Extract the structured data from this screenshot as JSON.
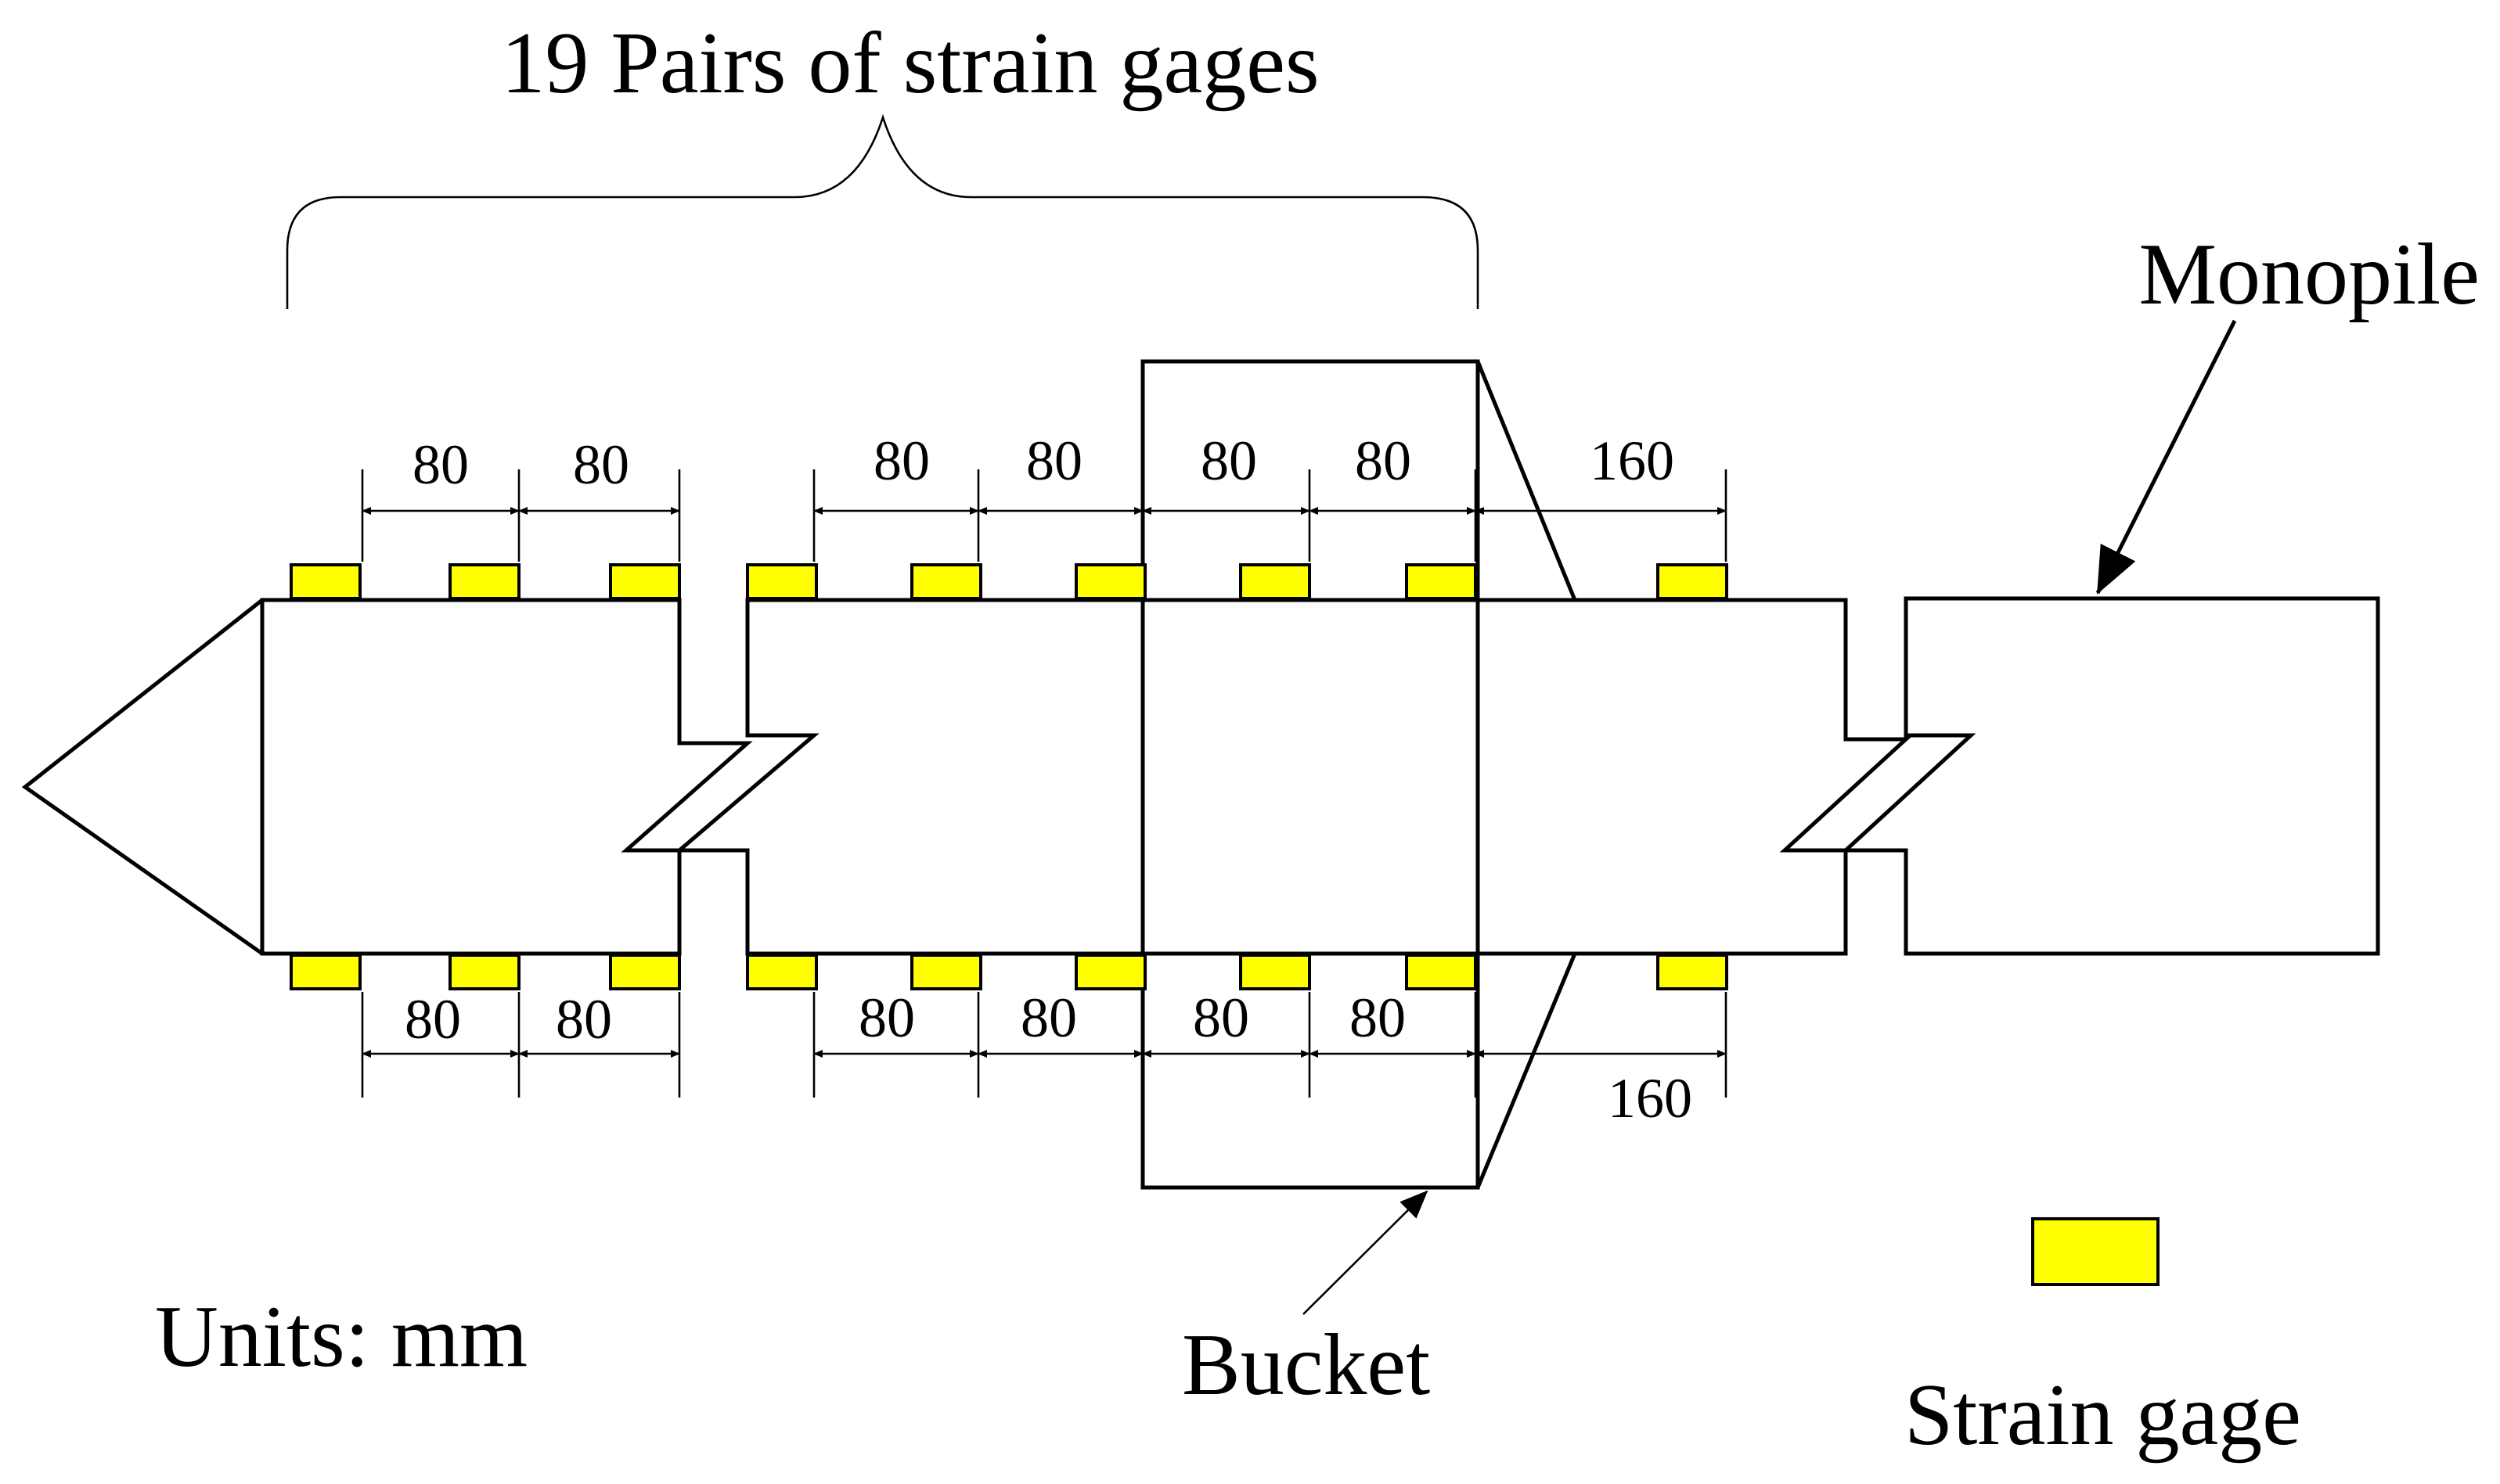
{
  "title": "19 Pairs of strain gages",
  "labels": {
    "monopile": "Monopile",
    "bucket": "Bucket",
    "units": "Units: mm",
    "legend_strain_gage": "Strain gage"
  },
  "dimensions": {
    "top": [
      "80",
      "80",
      "80",
      "80",
      "80",
      "80",
      "160"
    ],
    "bottom": [
      "80",
      "80",
      "80",
      "80",
      "80",
      "80",
      "160"
    ]
  },
  "colors": {
    "strain_gage": "#ffff00",
    "outline": "#000000"
  }
}
